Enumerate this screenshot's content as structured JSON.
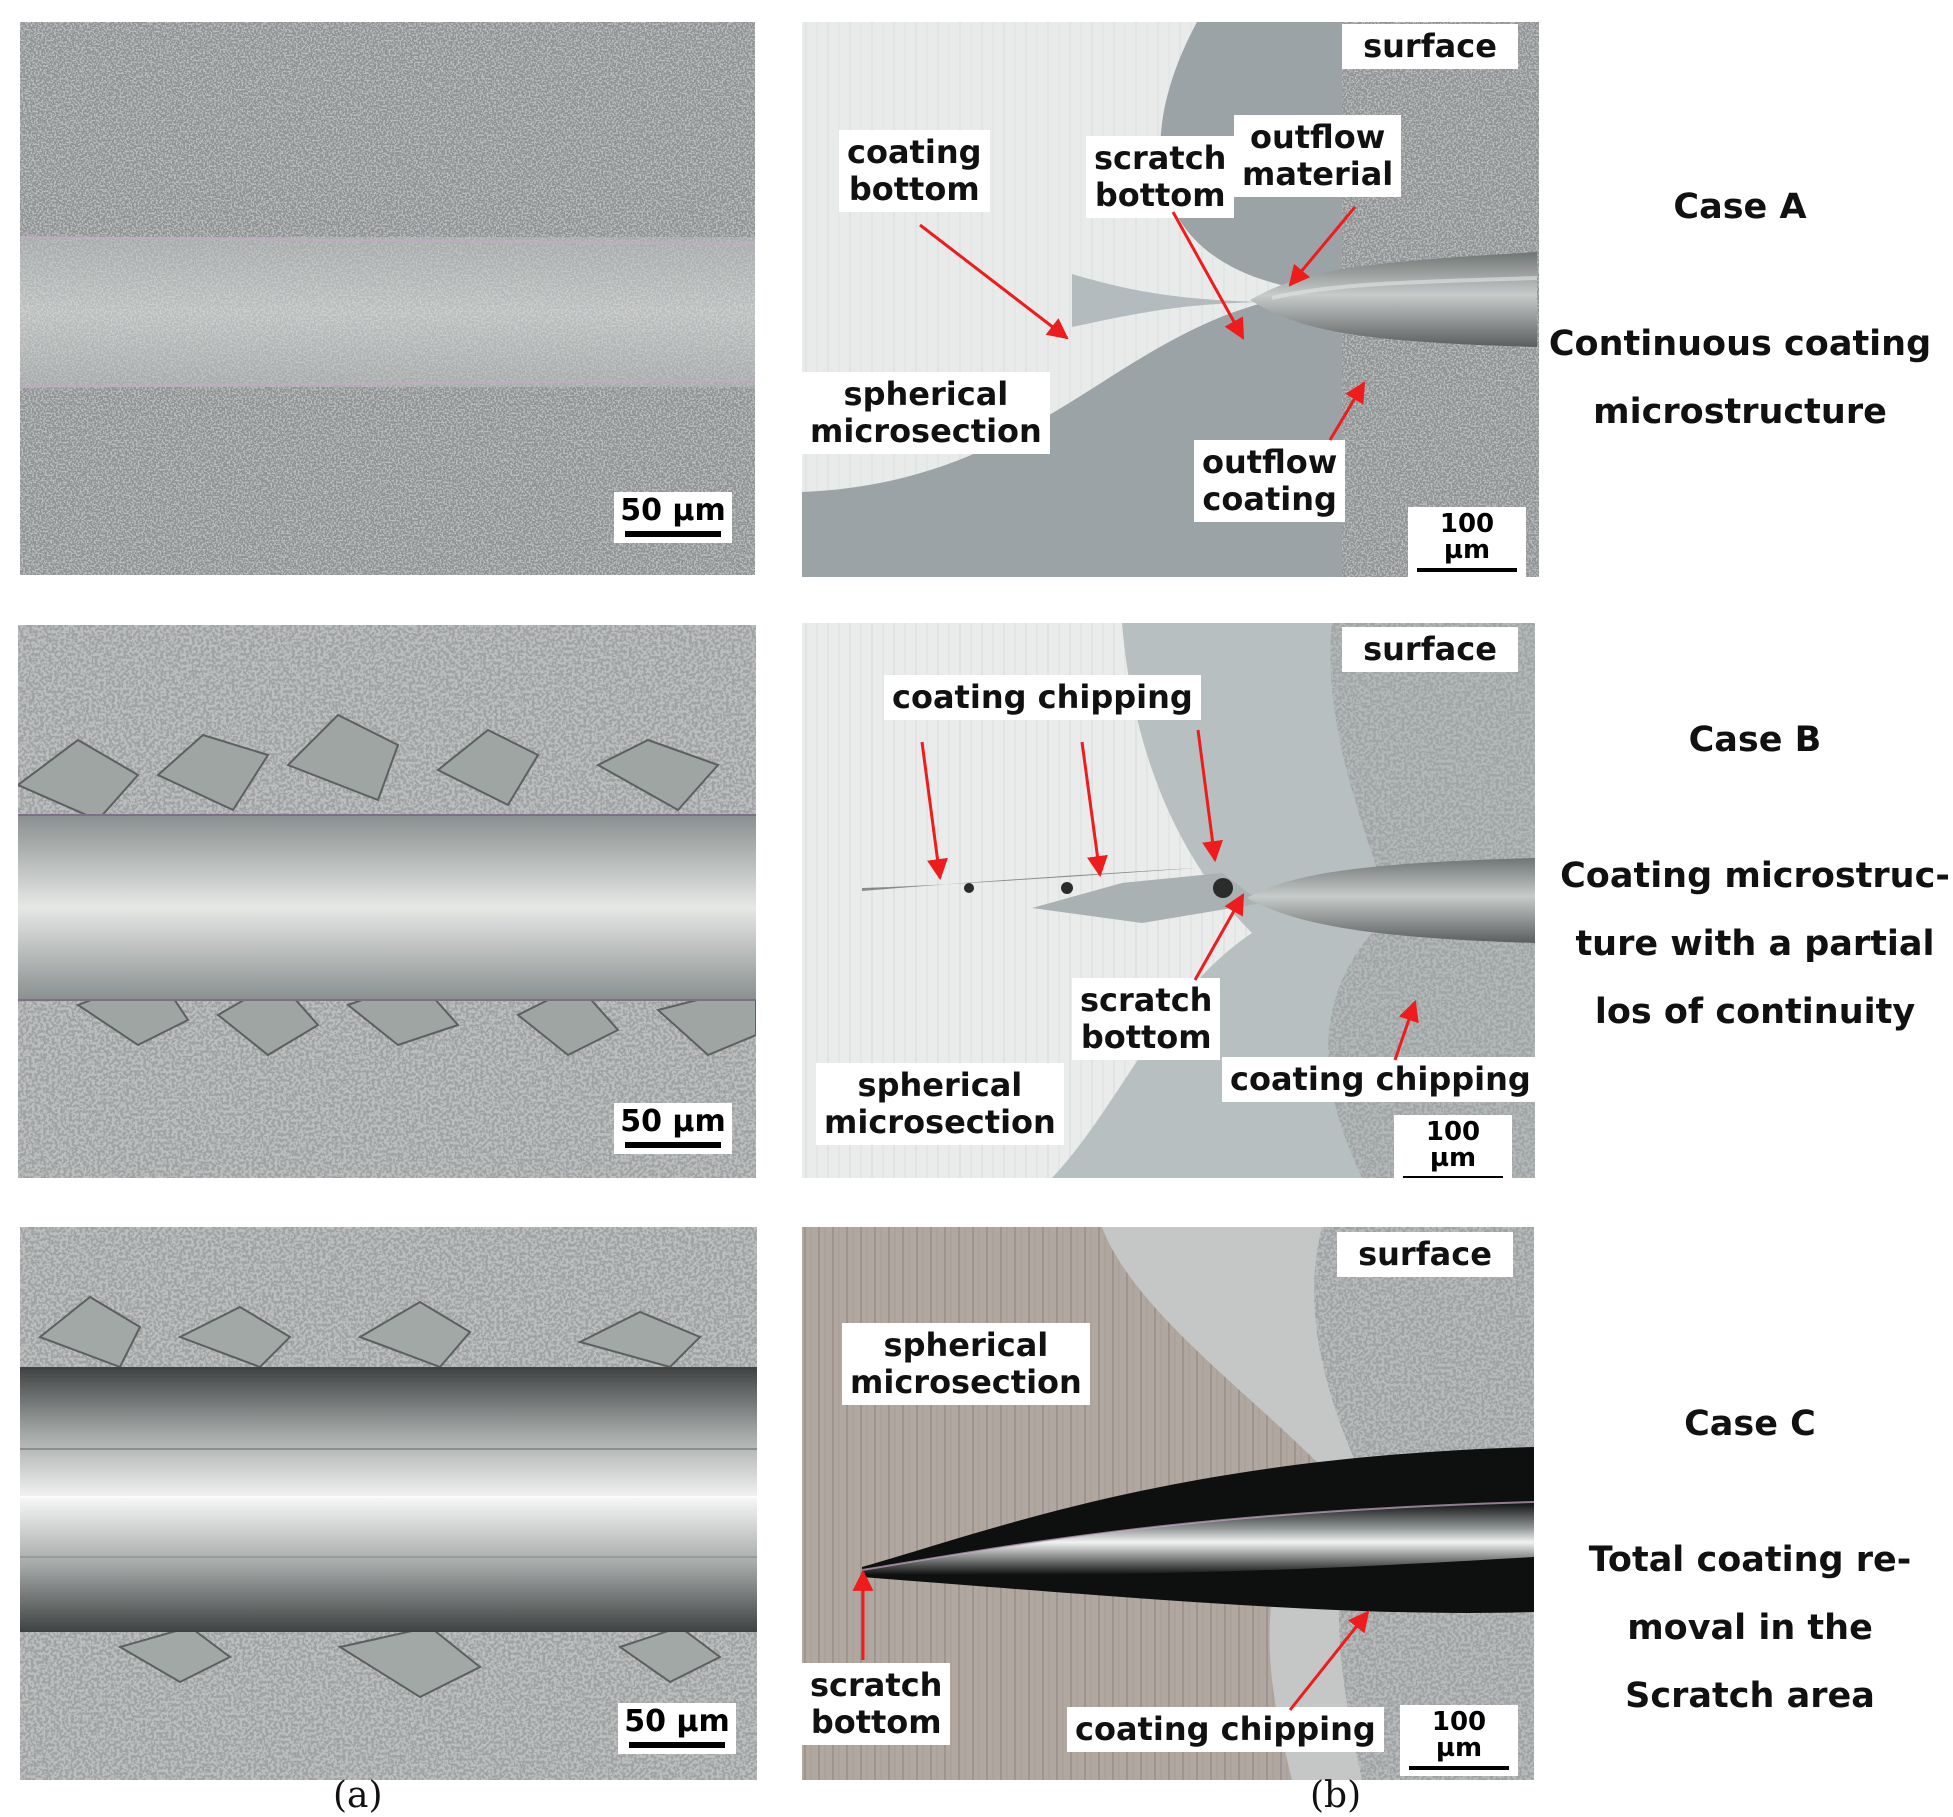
{
  "colors": {
    "annotation_arrow": "#ee1c1c",
    "coating_speckle": "#b7bcbc",
    "coating_bottom_zone": "#e6e9e8",
    "groove_zone": "#aeb6b8"
  },
  "case_a": {
    "scale_a": "50 µm",
    "scale_b": "100 µm",
    "surface": "surface",
    "coating_bottom": [
      "coating",
      "bottom"
    ],
    "scratch_bottom": [
      "scratch",
      "bottom"
    ],
    "outflow_material": [
      "outflow",
      "material"
    ],
    "spherical_microsection": [
      "spherical",
      "microsection"
    ],
    "outflow_coating": [
      "outflow",
      "coating"
    ],
    "title": "Case A",
    "description": [
      "Continuous coating",
      "microstructure"
    ]
  },
  "case_b": {
    "scale_a": "50 µm",
    "scale_b": "100 µm",
    "surface": "surface",
    "coating_chipping_top": "coating chipping",
    "scratch_bottom": [
      "scratch",
      "bottom"
    ],
    "coating_chipping_right": "coating chipping",
    "spherical_microsection": [
      "spherical",
      "microsection"
    ],
    "title": "Case B",
    "description": [
      "Coating microstruc-",
      "ture with a partial",
      "los of continuity"
    ]
  },
  "case_c": {
    "scale_a": "50 µm",
    "scale_b": "100 µm",
    "surface": "surface",
    "spherical_microsection": [
      "spherical",
      "microsection"
    ],
    "scratch_bottom": [
      "scratch",
      "bottom"
    ],
    "coating_chipping": "coating chipping",
    "title": "Case C",
    "description": [
      "Total coating re-",
      "moval in the",
      "Scratch area"
    ]
  },
  "subfigure_labels": {
    "a": "(a)",
    "b": "(b)"
  }
}
